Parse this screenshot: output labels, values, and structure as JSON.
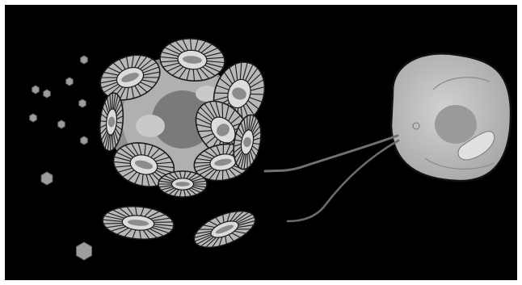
{
  "scene": {
    "background_color": "#000000",
    "frame_color": "#ffffff",
    "palette": {
      "plate_fill": "#b8b8b8",
      "plate_rim": "#dcdcdc",
      "plate_stroke": "#1a1a1a",
      "cell_fill": "#9a9a9a",
      "nucleus": "#7a7a7a",
      "naked_cell": "#c4c4c4",
      "flagella": "#6e6e6e",
      "virus": "#9d9d9d"
    },
    "subjects": [
      {
        "name": "coccolithophore-cell",
        "type": "calcified phytoplankton cell"
      },
      {
        "name": "loose-coccoliths",
        "count": 2
      },
      {
        "name": "virus-particles",
        "count": 10
      },
      {
        "name": "naked-flagellated-cell",
        "flagella": 2
      }
    ]
  }
}
